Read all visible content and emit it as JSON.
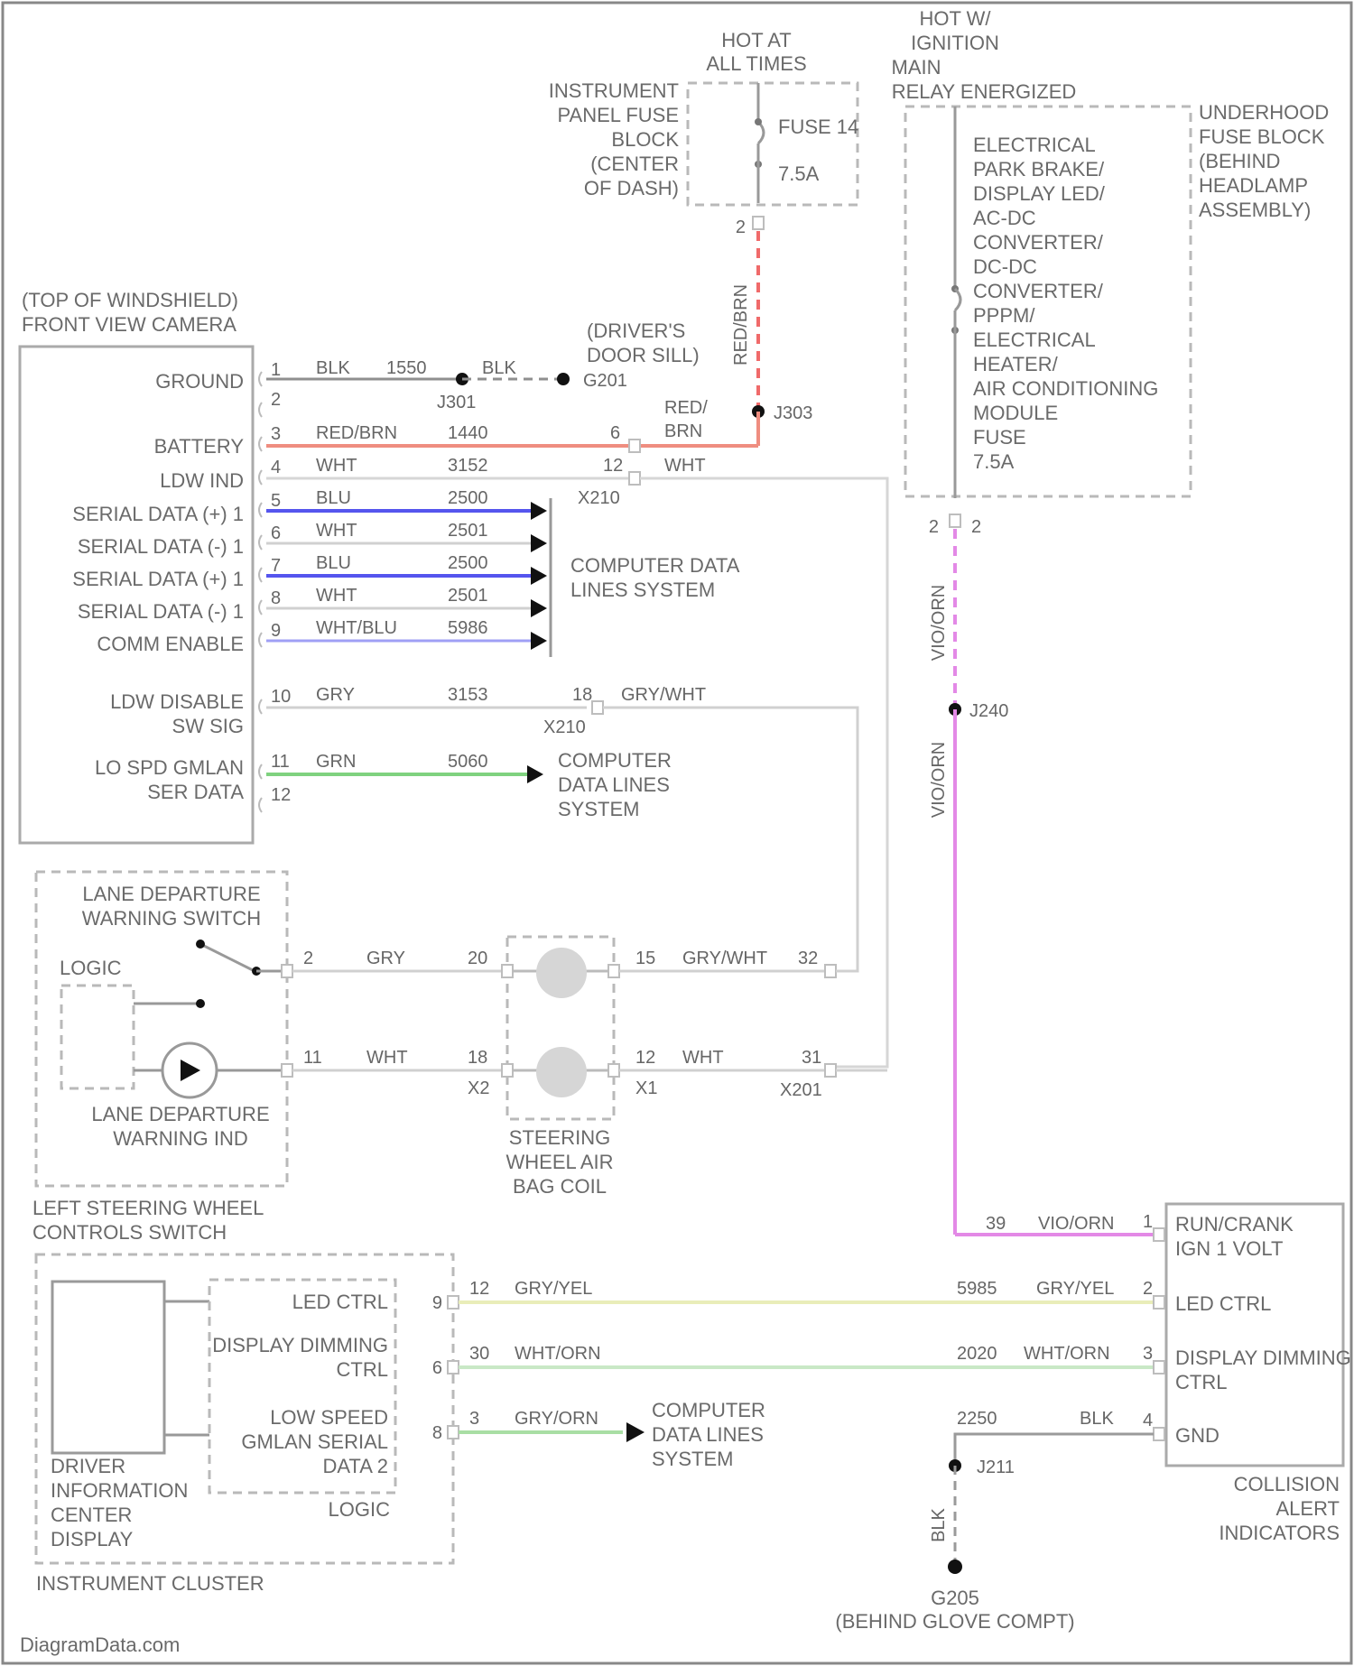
{
  "colors": {
    "red_brn": "#ef8d80",
    "red_dash": "#f06a6a",
    "blu": "#5555ee",
    "wht_blu": "#9f9ff5",
    "grn": "#7fd27f",
    "vio_orn": "#e389e6",
    "gry_yel": "#e9edb9",
    "wht_grn": "#c9e8c6",
    "blk": "#9a9a9a",
    "wht": "#cfcfcf"
  },
  "top": {
    "hot_at_all_times": [
      "HOT AT",
      "ALL TIMES"
    ],
    "hot_w_ignition": [
      "HOT W/",
      "IGNITION",
      "MAIN",
      "RELAY ENERGIZED"
    ],
    "ipfb": [
      "INSTRUMENT",
      "PANEL FUSE",
      "BLOCK",
      "(CENTER",
      "OF DASH)"
    ],
    "fuse14": [
      "FUSE 14",
      "7.5A"
    ],
    "fuse14_pin": "2",
    "uhfb": [
      "UNDERHOOD",
      "FUSE BLOCK",
      "(BEHIND",
      "HEADLAMP",
      "ASSEMBLY)"
    ],
    "uhfb_fuse": [
      "ELECTRICAL",
      "PARK BRAKE/",
      "DISPLAY LED/",
      "AC-DC",
      "CONVERTER/",
      "DC-DC",
      "CONVERTER/",
      "PPPM/",
      "ELECTRICAL",
      "HEATER/",
      "AIR CONDITIONING",
      "MODULE",
      "FUSE",
      "7.5A"
    ],
    "uhfb_pins": [
      "2",
      "2"
    ],
    "red_brn_vert": "RED/BRN",
    "vio_orn_vert": "VIO/ORN",
    "vio_orn_vert2": "VIO/ORN"
  },
  "camera": {
    "title": [
      "(TOP OF WINDSHIELD)",
      "FRONT VIEW CAMERA"
    ],
    "pins": [
      {
        "label": "GROUND",
        "pin": "1",
        "color": "BLK",
        "circuit": "1550"
      },
      {
        "label": "",
        "pin": "2",
        "color": "",
        "circuit": ""
      },
      {
        "label": "BATTERY",
        "pin": "3",
        "color": "RED/BRN",
        "circuit": "1440"
      },
      {
        "label": "LDW IND",
        "pin": "4",
        "color": "WHT",
        "circuit": "3152"
      },
      {
        "label": "SERIAL DATA (+) 1",
        "pin": "5",
        "color": "BLU",
        "circuit": "2500"
      },
      {
        "label": "SERIAL DATA (-) 1",
        "pin": "6",
        "color": "WHT",
        "circuit": "2501"
      },
      {
        "label": "SERIAL DATA (+) 1",
        "pin": "7",
        "color": "BLU",
        "circuit": "2500"
      },
      {
        "label": "SERIAL DATA (-) 1",
        "pin": "8",
        "color": "WHT",
        "circuit": "2501"
      },
      {
        "label": "COMM ENABLE",
        "pin": "9",
        "color": "WHT/BLU",
        "circuit": "5986"
      },
      {
        "label": "LDW DISABLE",
        "label2": "SW SIG",
        "pin": "10",
        "color": "GRY",
        "circuit": "3153"
      },
      {
        "label": "LO SPD GMLAN",
        "label2": "SER DATA",
        "pin": "11",
        "color": "GRN",
        "circuit": "5060"
      },
      {
        "label": "",
        "pin": "12",
        "color": "",
        "circuit": ""
      }
    ],
    "s301": "J301",
    "ground_blk": "BLK",
    "g201": "G201",
    "g201_loc": [
      "(DRIVER'S",
      "DOOR SILL)"
    ],
    "j303": "J303",
    "x210_pin6": "6",
    "x210_pin12": "12",
    "x210_pin18": "18",
    "x210": "X210",
    "x210_b": "X210",
    "red_brn_right": [
      "RED/",
      "BRN"
    ],
    "wht_right": "WHT",
    "gry_wht_right": "GRY/WHT",
    "cdl": [
      "COMPUTER DATA",
      "LINES SYSTEM"
    ],
    "cdl2": [
      "COMPUTER",
      "DATA LINES",
      "SYSTEM"
    ]
  },
  "switch": {
    "ldw_switch": [
      "LANE DEPARTURE",
      "WARNING SWITCH"
    ],
    "logic": "LOGIC",
    "ldw_ind": [
      "LANE DEPARTURE",
      "WARNING IND"
    ],
    "title": [
      "LEFT STEERING WHEEL",
      "CONTROLS SWITCH"
    ],
    "pin2": "2",
    "pin11": "11",
    "gry": "GRY",
    "wht": "WHT",
    "c20": "20",
    "c18": "18",
    "x2": "X2",
    "c15": "15",
    "c12": "12",
    "x1": "X1",
    "gry_wht": "GRY/WHT",
    "wht2": "WHT",
    "c32": "32",
    "c31": "31",
    "x201": "X201",
    "coil": [
      "STEERING",
      "WHEEL AIR",
      "BAG COIL"
    ]
  },
  "cluster": {
    "title": "INSTRUMENT CLUSTER",
    "dic": [
      "DRIVER",
      "INFORMATION",
      "CENTER",
      "DISPLAY"
    ],
    "logic": "LOGIC",
    "rows": [
      {
        "label": [
          "LED CTRL"
        ],
        "pin": "9",
        "wpin": "12",
        "color": "GRY/YEL",
        "circuit": "5985",
        "color2": "GRY/YEL",
        "cpin": "2"
      },
      {
        "label": [
          "DISPLAY DIMMING",
          "CTRL"
        ],
        "pin": "6",
        "wpin": "30",
        "color": "WHT/ORN",
        "circuit": "2020",
        "color2": "WHT/ORN",
        "cpin": "3"
      },
      {
        "label": [
          "LOW SPEED",
          "GMLAN SERIAL",
          "DATA 2"
        ],
        "pin": "8",
        "wpin": "3",
        "color": "GRY/ORN",
        "circuit": "",
        "color2": "",
        "cpin": ""
      }
    ],
    "cdl": [
      "COMPUTER",
      "DATA LINES",
      "SYSTEM"
    ]
  },
  "collision": {
    "title": [
      "COLLISION",
      "ALERT",
      "INDICATORS"
    ],
    "pins": [
      {
        "label": [
          "RUN/CRANK",
          "IGN 1 VOLT"
        ],
        "pin": "1"
      },
      {
        "label": [
          "LED CTRL"
        ],
        "pin": "2"
      },
      {
        "label": [
          "DISPLAY DIMMING",
          "CTRL"
        ],
        "pin": "3"
      },
      {
        "label": [
          "GND"
        ],
        "pin": "4"
      }
    ],
    "vio_circuit": "39",
    "vio_color": "VIO/ORN",
    "gnd_circuit": "2250",
    "gnd_color": "BLK",
    "j240": "J240",
    "j211": "J211",
    "blk_vert": "BLK",
    "g205": "G205",
    "g205_loc": "(BEHIND GLOVE COMPT)"
  },
  "footer": "DiagramData.com"
}
